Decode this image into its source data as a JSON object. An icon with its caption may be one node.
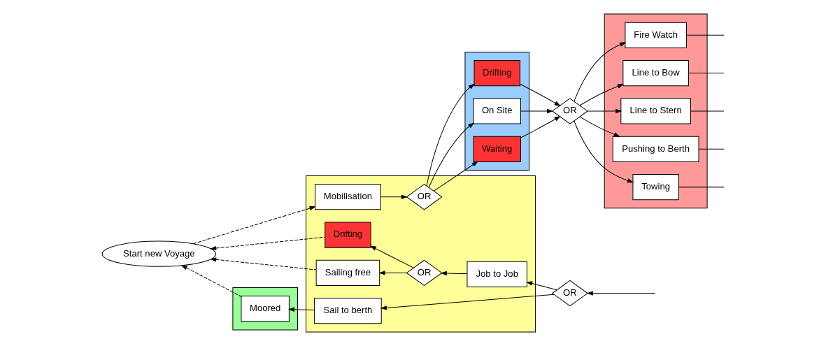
{
  "diagram": {
    "nodes": [
      {
        "text": [
          "Start new Voyage"
        ]
      },
      {
        "text": [],
        "shape": "box"
      },
      {
        "text": [
          "Mobilisation"
        ],
        "in": 1
      },
      {
        "text": [
          "OR"
        ],
        "in": 1
      },
      {
        "text": [
          "Drifting"
        ],
        "in": 1
      },
      {
        "text": [
          "Sailing free"
        ],
        "in": 1
      },
      {
        "text": [
          "OR"
        ],
        "in": 1
      },
      {
        "text": [
          "Job to Job"
        ],
        "in": 1
      },
      {
        "text": [
          "Sail to berth"
        ],
        "in": 1
      },
      {
        "text": [],
        "shape": "box"
      },
      {
        "text": [
          "Drifting"
        ],
        "in": 9
      },
      {
        "text": [
          "On Site"
        ],
        "in": 9
      },
      {
        "text": [
          "Waiting"
        ],
        "in": 9
      },
      {
        "text": [
          "OR"
        ]
      },
      {
        "text": [],
        "shape": "box"
      },
      {
        "text": [
          "Fire Watch"
        ],
        "in": 14
      },
      {
        "text": [
          "Line to Bow"
        ],
        "in": 14
      },
      {
        "text": [
          "Line to Stern"
        ],
        "in": 14
      },
      {
        "text": [
          "Pushing to Berth"
        ],
        "in": 14
      },
      {
        "text": [
          "Towing"
        ],
        "in": 14
      },
      {
        "text": [
          "OR"
        ]
      },
      {
        "text": [],
        "shape": "box"
      },
      {
        "text": [
          "Moored"
        ],
        "in": 21
      }
    ],
    "edges": [
      {
        "from": 0,
        "to": 2,
        "arrow": "to",
        "style": "dashed"
      },
      {
        "from": 2,
        "to": 3,
        "arrow": "to"
      },
      {
        "from": 3,
        "to": 10,
        "arrow": "to"
      },
      {
        "from": 3,
        "to": 11,
        "arrow": "to"
      },
      {
        "from": 3,
        "to": 12,
        "arrow": "to"
      },
      {
        "from": 10,
        "to": 13,
        "arrow": "to"
      },
      {
        "from": 11,
        "to": 13,
        "arrow": "to"
      },
      {
        "from": 12,
        "to": 13,
        "arrow": "to"
      },
      {
        "from": 13,
        "to": 15,
        "arrow": "to"
      },
      {
        "from": 13,
        "to": 16,
        "arrow": "to"
      },
      {
        "from": 13,
        "to": 17,
        "arrow": "to"
      },
      {
        "from": 13,
        "to": 18,
        "arrow": "to"
      },
      {
        "from": 13,
        "to": 19,
        "arrow": "to"
      },
      {
        "from": 15,
        "to": null,
        "arrow": "none"
      },
      {
        "from": 16,
        "to": null,
        "arrow": "none"
      },
      {
        "from": 17,
        "to": null,
        "arrow": "none"
      },
      {
        "from": 18,
        "to": null,
        "arrow": "none"
      },
      {
        "from": 19,
        "to": null,
        "arrow": "none"
      },
      {
        "from": null,
        "to": 20,
        "arrow": "to"
      },
      {
        "from": 20,
        "to": 7,
        "arrow": "to"
      },
      {
        "from": 20,
        "to": 8,
        "arrow": "to"
      },
      {
        "from": 7,
        "to": 6,
        "arrow": "to"
      },
      {
        "from": 6,
        "to": 5,
        "arrow": "to"
      },
      {
        "from": 6,
        "to": 4,
        "arrow": "to"
      },
      {
        "from": 8,
        "to": 22,
        "arrow": "to"
      },
      {
        "from": 22,
        "to": 0,
        "arrow": "to",
        "style": "dashed"
      },
      {
        "from": 5,
        "to": 0,
        "arrow": "to",
        "style": "dashed"
      },
      {
        "from": 4,
        "to": 0,
        "arrow": "to",
        "style": "dashed"
      }
    ]
  }
}
